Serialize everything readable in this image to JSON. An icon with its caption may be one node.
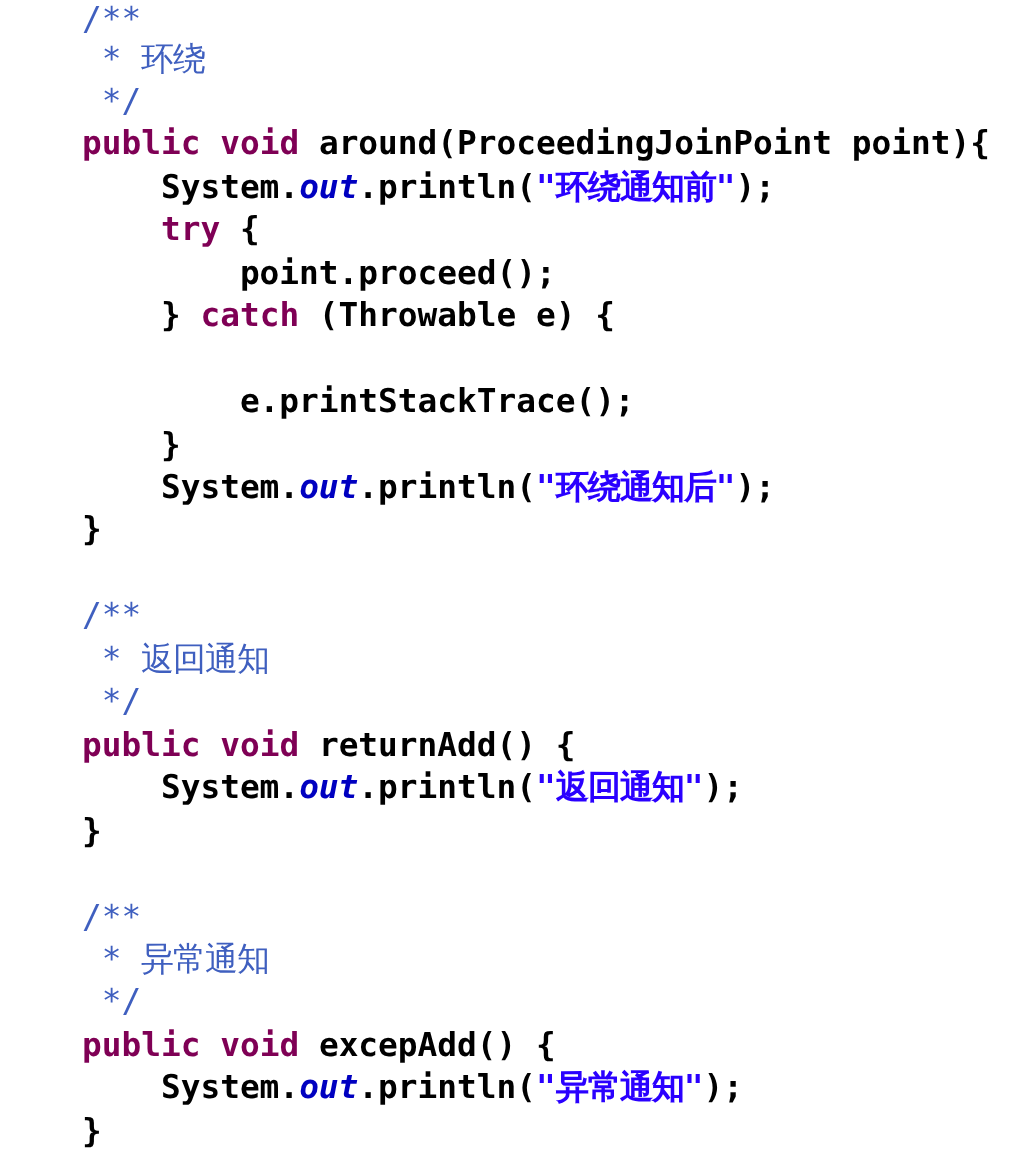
{
  "diagram": {
    "labels": [
      "/**",
      " * 环绕",
      " */",
      "**public** **void** around(ProceedingJoinPoint point){",
      "    System.*out*.println(\"环绕通知前\");",
      "    **try** {",
      "        point.proceed();",
      "    } **catch** (Throwable e) {",
      "        e.printStackTrace();",
      "    }",
      "    System.*out*.println(\"环绕通知后\");",
      "}",
      "/**",
      " * 返回通知",
      " */",
      "**public** **void** returnAdd() {",
      "    System.*out*.println(\"返回通知\");",
      "}",
      "/**",
      " * 异常通知",
      " */",
      "**public** **void** excepAdd() {",
      "    System.*out*.println(\"异常通知\");",
      "}"
    ]
  }
}
